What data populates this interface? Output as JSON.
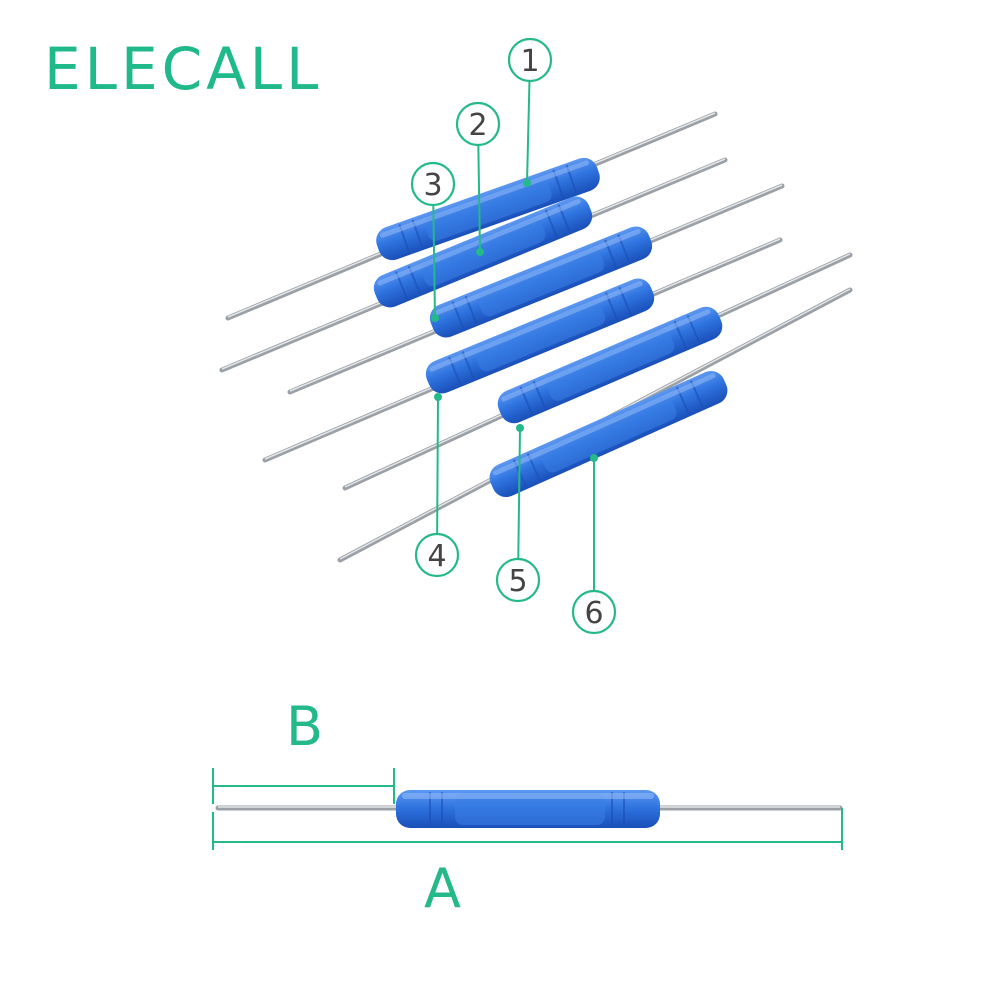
{
  "brand": {
    "name": "ELECALL",
    "color": "#1fb98a"
  },
  "colors": {
    "accent": "#23b989",
    "handle": "#2f74e0",
    "handle_dark": "#1d58c4",
    "metal": "#b9bec3"
  },
  "callouts": [
    "1",
    "2",
    "3",
    "4",
    "5",
    "6"
  ],
  "dimensions": {
    "total_length_label": "A",
    "tip_length_label": "B"
  }
}
